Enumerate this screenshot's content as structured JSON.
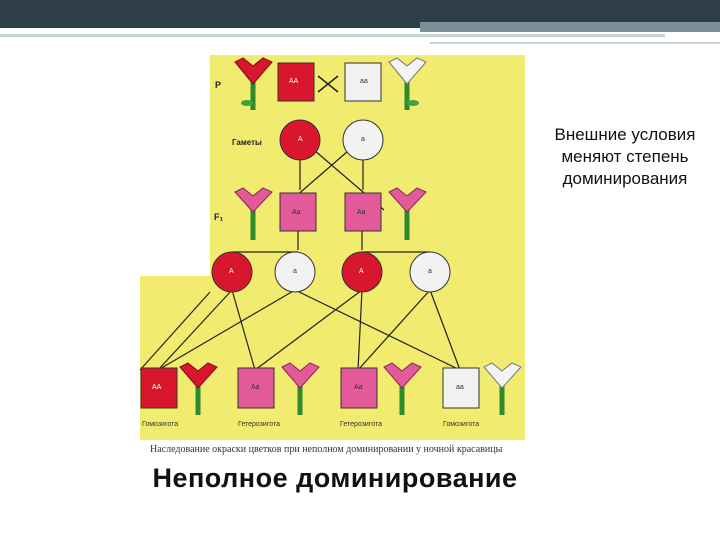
{
  "slide": {
    "side_text": "Внешние условия меняют степень доминирования",
    "title": "Неполное доминирование",
    "caption": "Наследование окраски цветков при неполном доминировании у ночной красавицы"
  },
  "diagram": {
    "row_labels": {
      "parents": "P",
      "gametes": "Гаметы",
      "f1": "F₁"
    },
    "parents": [
      {
        "genotype": "AA",
        "color": "#d8162e"
      },
      {
        "genotype": "aa",
        "color": "#f2f2f2"
      }
    ],
    "gametes": [
      "A",
      "a"
    ],
    "f1": [
      "Aa",
      "Aa"
    ],
    "f1_gametes": [
      "A",
      "a",
      "A",
      "a"
    ],
    "f2": [
      {
        "genotype": "AA",
        "color": "#d8162e",
        "label": "Гомозигота"
      },
      {
        "genotype": "Aa",
        "color": "#e35a9a",
        "label": "Гетерозигота"
      },
      {
        "genotype": "Aa",
        "color": "#e35a9a",
        "label": "Гетерозигота"
      },
      {
        "genotype": "aa",
        "color": "#f2f2f2",
        "label": "Гомозигота"
      }
    ],
    "colors": {
      "background": "#f1eb6f",
      "dominant": "#d8162e",
      "hetero": "#e35a9a",
      "recessive": "#f2f2f2"
    }
  }
}
